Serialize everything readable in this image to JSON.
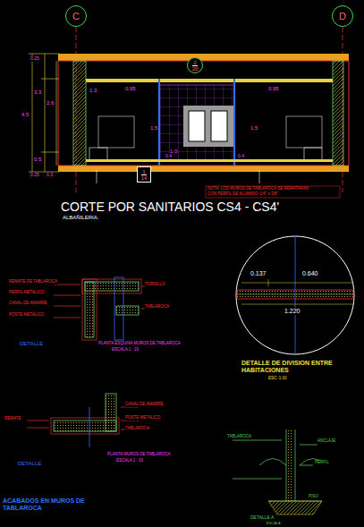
{
  "diagram": {
    "title": "CORTE POR SANITARIOS CS4 - CS4'",
    "nodes": [
      {
        "text": [
          "C"
        ]
      },
      {
        "text": [
          "D"
        ]
      },
      {
        "text": [
          "2",
          "20"
        ]
      },
      {
        "text": [
          "1",
          "14"
        ]
      }
    ],
    "labels": [
      "ALBAÑILERIA.",
      "4.5",
      "3.3",
      "2.6",
      "0.5",
      "0.25",
      "0.25",
      "0.3",
      "1.3",
      "0.95",
      "0.95",
      "1.5",
      "1.5",
      "1.0",
      "0.4",
      "0.4",
      "NOTA: LOS MUROS DE TABLAROCA SE REMATARAN",
      "CON PERFIL DE ALUMINIO 1/4\" x 3/8\"",
      "0.137",
      "0.640",
      "1.220",
      "DETALLE DE DIVISION ENTRE HABITACIONES",
      "ESC: 1:10",
      "REMATE DE TABLAROCA",
      "PERFIL METALICO",
      "CANAL DE AMARRE",
      "POSTE METALICO",
      "TORNILLO",
      "TABLAROCA",
      "DETALLE",
      "PLANTA ESQUINA MUROS DE TABLAROCA",
      "ESCALA 1 : 10",
      "CANAL DE AMARRE",
      "POSTE METALICO",
      "TABLAROCA",
      "REMATE",
      "DETALLE",
      "PLANTA MUROS DE TABLAROCA",
      "ESCALA 1 : 10",
      "ACABADOS EN MUROS DE TABLAROCA",
      "TABLAROCA",
      "ANCLAJE",
      "PERFIL",
      "PISO",
      "DETALLE A",
      "ESCALA"
    ]
  }
}
